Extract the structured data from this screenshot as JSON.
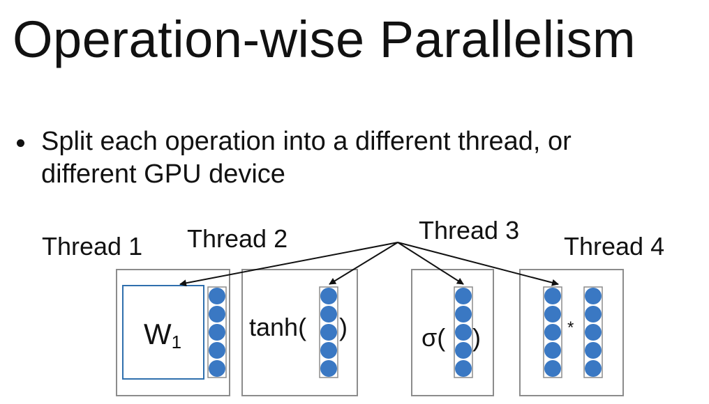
{
  "slide": {
    "title": "Operation-wise Parallelism",
    "bullet": {
      "line1": "Split each operation into a different thread, or",
      "line2": "different GPU device"
    }
  },
  "diagram": {
    "threads": [
      "Thread 1",
      "Thread 2",
      "Thread 3",
      "Thread 4"
    ],
    "box_labels": {
      "w_base": "W",
      "w_sub": "1",
      "tanh_open": "tanh(",
      "tanh_close": ")",
      "sigma_open": "σ(",
      "sigma_close": ")",
      "mult": "*"
    },
    "colors": {
      "node_fill": "#3a78c3",
      "matrix_border": "#2f6fad",
      "box_border": "#8c8c8c"
    }
  }
}
